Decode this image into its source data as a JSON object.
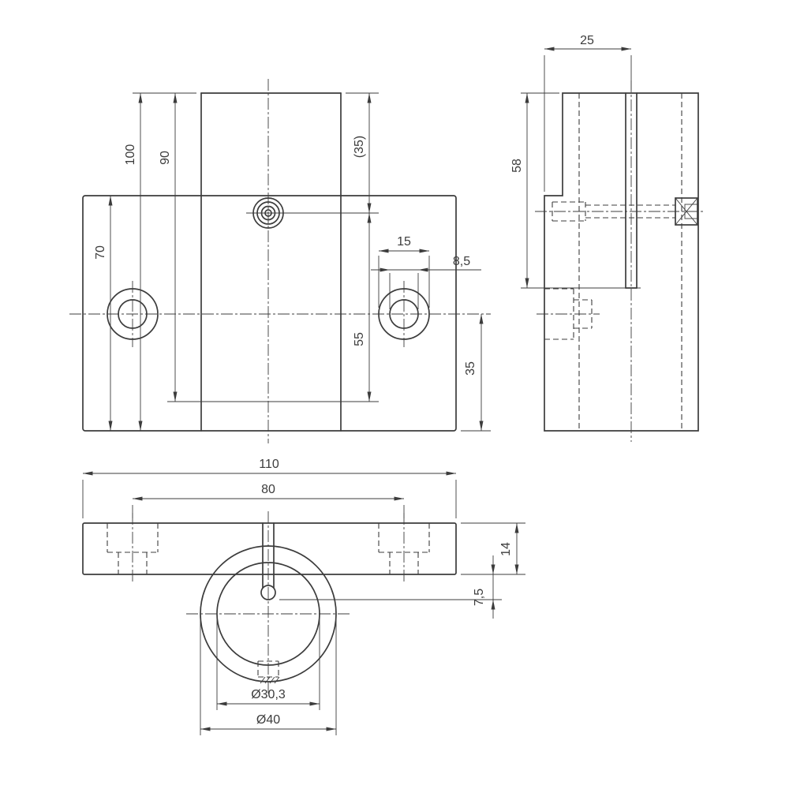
{
  "drawing": {
    "colors": {
      "line": "#3c3c3c",
      "background": "#ffffff"
    },
    "front_view": {
      "dim_100": "100",
      "dim_90": "90",
      "dim_35_ref": "(35)",
      "dim_70": "70",
      "dim_15": "15",
      "dim_8_5": "8,5",
      "dim_55": "55",
      "dim_35": "35"
    },
    "side_view": {
      "dim_25": "25",
      "dim_58": "58"
    },
    "bottom_view": {
      "dim_110": "110",
      "dim_80": "80",
      "dim_14": "14",
      "dim_7_5": "7,5",
      "dim_30_3": "Ø30,3",
      "dim_40": "Ø40"
    }
  }
}
